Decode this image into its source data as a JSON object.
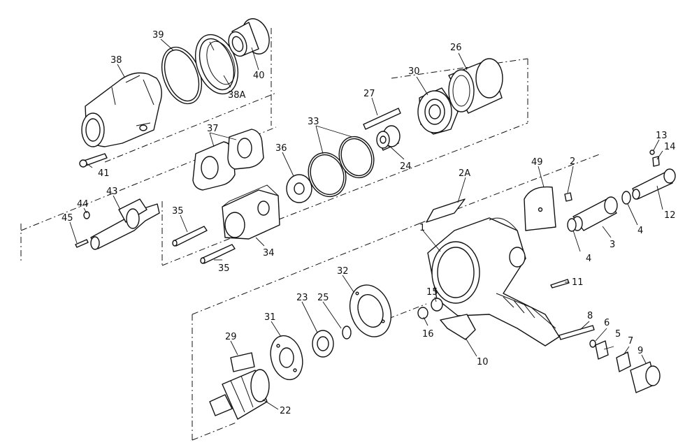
{
  "colors": {
    "ink": "#111111",
    "paper": "#ffffff"
  },
  "callouts": [
    {
      "id": "p1",
      "label": "1"
    },
    {
      "id": "p2",
      "label": "2"
    },
    {
      "id": "p2a",
      "label": "2A"
    },
    {
      "id": "p3",
      "label": "3"
    },
    {
      "id": "p4a",
      "label": "4"
    },
    {
      "id": "p4b",
      "label": "4"
    },
    {
      "id": "p5",
      "label": "5"
    },
    {
      "id": "p6",
      "label": "6"
    },
    {
      "id": "p7",
      "label": "7"
    },
    {
      "id": "p8",
      "label": "8"
    },
    {
      "id": "p9",
      "label": "9"
    },
    {
      "id": "p10",
      "label": "10"
    },
    {
      "id": "p11",
      "label": "11"
    },
    {
      "id": "p12",
      "label": "12"
    },
    {
      "id": "p13",
      "label": "13"
    },
    {
      "id": "p14",
      "label": "14"
    },
    {
      "id": "p15",
      "label": "15"
    },
    {
      "id": "p16",
      "label": "16"
    },
    {
      "id": "p22",
      "label": "22"
    },
    {
      "id": "p23",
      "label": "23"
    },
    {
      "id": "p24",
      "label": "24"
    },
    {
      "id": "p25",
      "label": "25"
    },
    {
      "id": "p26",
      "label": "26"
    },
    {
      "id": "p27",
      "label": "27"
    },
    {
      "id": "p29",
      "label": "29"
    },
    {
      "id": "p30",
      "label": "30"
    },
    {
      "id": "p31",
      "label": "31"
    },
    {
      "id": "p32",
      "label": "32"
    },
    {
      "id": "p33",
      "label": "33"
    },
    {
      "id": "p34",
      "label": "34"
    },
    {
      "id": "p35a",
      "label": "35"
    },
    {
      "id": "p35b",
      "label": "35"
    },
    {
      "id": "p36",
      "label": "36"
    },
    {
      "id": "p37",
      "label": "37"
    },
    {
      "id": "p38",
      "label": "38"
    },
    {
      "id": "p38a",
      "label": "38A"
    },
    {
      "id": "p39",
      "label": "39"
    },
    {
      "id": "p40",
      "label": "40"
    },
    {
      "id": "p41",
      "label": "41"
    },
    {
      "id": "p43",
      "label": "43"
    },
    {
      "id": "p44",
      "label": "44"
    },
    {
      "id": "p45",
      "label": "45"
    },
    {
      "id": "p49",
      "label": "49"
    }
  ]
}
